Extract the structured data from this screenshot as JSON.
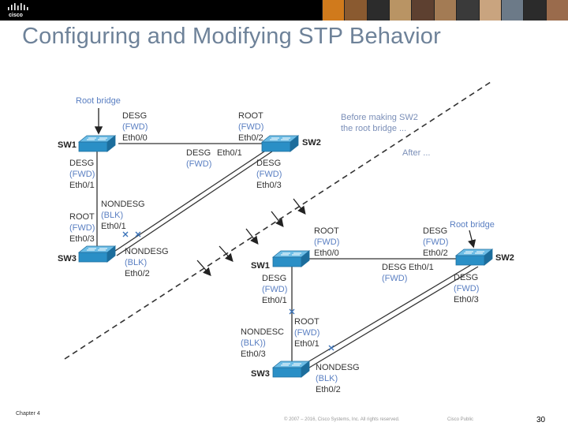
{
  "header": {
    "brand": "cisco",
    "photo_colors": [
      "#d07a1c",
      "#8a5a30",
      "#2c2c2c",
      "#b99464",
      "#5d4030",
      "#a37b54",
      "#3a3a3a",
      "#c9a47f",
      "#6c7a88",
      "#2b2b2b",
      "#9a6b4c"
    ]
  },
  "slide": {
    "title": "Configuring and Modifying STP Behavior"
  },
  "diagram": {
    "root_bridge_label": "Root bridge",
    "before_line1": "Before making SW2",
    "before_line2": "the root bridge ...",
    "after": "After ...",
    "before": {
      "sw1": "SW1",
      "sw2": "SW2",
      "sw3": "SW3",
      "sw1_e00": [
        "DESG",
        "(FWD)",
        "Eth0/0"
      ],
      "sw2_e02": [
        "ROOT",
        "(FWD)",
        "Eth0/2"
      ],
      "sw2_e01": [
        "DESG",
        "(FWD)"
      ],
      "sw2_e01_port": "Eth0/1",
      "sw2_e03": [
        "DESG",
        "(FWD)",
        "Eth0/3"
      ],
      "sw1_e01": [
        "DESG",
        "(FWD)",
        "Eth0/1"
      ],
      "sw3_e01": [
        "NONDESG",
        "(BLK)",
        "Eth0/1"
      ],
      "sw3_e03": [
        "ROOT",
        "(FWD)",
        "Eth0/3"
      ],
      "sw3_e02": [
        "NONDESG",
        "(BLK)",
        "Eth0/2"
      ]
    },
    "after_state": {
      "sw1": "SW1",
      "sw2": "SW2",
      "sw3": "SW3",
      "sw1_e00": [
        "ROOT",
        "(FWD)",
        "Eth0/0"
      ],
      "sw2_e02": [
        "DESG",
        "(FWD)",
        "Eth0/2"
      ],
      "sw2_e01_top": "DESG",
      "sw2_e01_port": "Eth0/1",
      "sw2_e01_state": "(FWD)",
      "sw1_e01": [
        "DESG",
        "(FWD)",
        "Eth0/1"
      ],
      "sw2_e03": [
        "DESG",
        "(FWD)",
        "Eth0/3"
      ],
      "sw3_e03": [
        "NONDESC",
        "(BLK))",
        "Eth0/3"
      ],
      "sw3_e01": [
        "ROOT",
        "(FWD)",
        "Eth0/1"
      ],
      "sw3_e02": [
        "NONDESG",
        "(BLK)",
        "Eth0/2"
      ]
    }
  },
  "footer": {
    "chapter": "Chapter 4",
    "copyright": "© 2007 – 2016, Cisco Systems, Inc. All rights reserved.",
    "classification": "Cisco Public",
    "page": "30"
  },
  "colors": {
    "switch": "#2a8fc6",
    "title": "#6e8299",
    "annot": "#5a7fc2"
  }
}
